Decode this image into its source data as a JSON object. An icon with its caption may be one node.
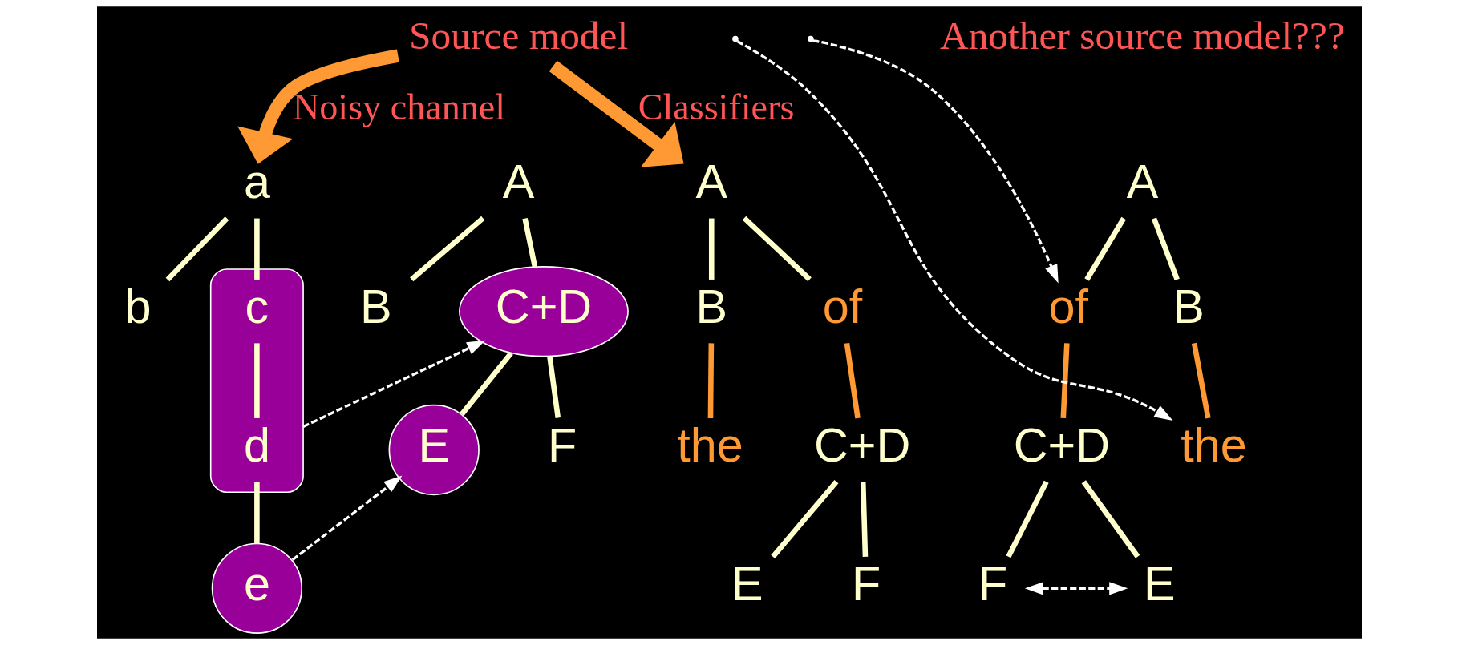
{
  "diagram": {
    "nodes": [
      {
        "text": [
          "Source model"
        ]
      },
      {
        "text": [
          "a"
        ]
      },
      {
        "text": [
          "b"
        ]
      },
      {
        "text": [],
        "shape": "ellipse"
      },
      {
        "text": [
          "c"
        ],
        "in": 3
      },
      {
        "text": [
          "d"
        ],
        "in": 3
      },
      {
        "text": [
          "e"
        ]
      },
      {
        "text": [
          "A"
        ]
      },
      {
        "text": [
          "B"
        ]
      },
      {
        "text": [
          "C+D"
        ]
      },
      {
        "text": [
          "E"
        ]
      },
      {
        "text": [
          "F"
        ]
      },
      {
        "text": [
          "A"
        ]
      },
      {
        "text": [
          "B"
        ]
      },
      {
        "text": [
          "of"
        ]
      },
      {
        "text": [
          "the"
        ]
      },
      {
        "text": [
          "C+D"
        ]
      },
      {
        "text": [
          "E"
        ]
      },
      {
        "text": [
          "F"
        ]
      },
      {
        "text": [
          "A"
        ]
      },
      {
        "text": [
          "B"
        ]
      },
      {
        "text": [
          "of"
        ]
      },
      {
        "text": [
          "the"
        ]
      },
      {
        "text": [
          "C+D"
        ]
      },
      {
        "text": [
          "F"
        ]
      },
      {
        "text": [
          "E"
        ]
      }
    ],
    "edges": [
      {
        "from": 0,
        "to": 1,
        "arrow": "to",
        "label": "Noisy channel",
        "style": "thick",
        "color": "#ff9933"
      },
      {
        "from": 0,
        "to": 12,
        "arrow": "to",
        "label": "Classifiers",
        "style": "thick",
        "color": "#ff9933"
      },
      {
        "from": 1,
        "to": 2,
        "arrow": "none"
      },
      {
        "from": 1,
        "to": 4,
        "arrow": "none"
      },
      {
        "from": 4,
        "to": 5,
        "arrow": "none"
      },
      {
        "from": 5,
        "to": 6,
        "arrow": "none"
      },
      {
        "from": 3,
        "to": 9,
        "arrow": "to",
        "style": "dashed",
        "color": "#ffffff"
      },
      {
        "from": 6,
        "to": 10,
        "arrow": "to",
        "style": "dashed",
        "color": "#ffffff"
      },
      {
        "from": 7,
        "to": 8,
        "arrow": "none"
      },
      {
        "from": 7,
        "to": 9,
        "arrow": "none"
      },
      {
        "from": 9,
        "to": 10,
        "arrow": "none"
      },
      {
        "from": 9,
        "to": 11,
        "arrow": "none"
      },
      {
        "from": 12,
        "to": 13,
        "arrow": "none"
      },
      {
        "from": 12,
        "to": 14,
        "arrow": "none"
      },
      {
        "from": 13,
        "to": 15,
        "arrow": "none",
        "color": "#ff9933"
      },
      {
        "from": 14,
        "to": 16,
        "arrow": "none",
        "color": "#ff9933"
      },
      {
        "from": 16,
        "to": 17,
        "arrow": "none"
      },
      {
        "from": 16,
        "to": 18,
        "arrow": "none"
      },
      {
        "from": 19,
        "to": 20,
        "arrow": "none"
      },
      {
        "from": 19,
        "to": 21,
        "arrow": "none"
      },
      {
        "from": 20,
        "to": 22,
        "arrow": "none",
        "color": "#ff9933"
      },
      {
        "from": 21,
        "to": 23,
        "arrow": "none",
        "color": "#ff9933"
      },
      {
        "from": 23,
        "to": 24,
        "arrow": "none"
      },
      {
        "from": 23,
        "to": 25,
        "arrow": "none"
      },
      {
        "from": null,
        "to": 22,
        "arrow": "to",
        "style": "dashed",
        "color": "#ffffff"
      },
      {
        "from": null,
        "to": 21,
        "arrow": "to",
        "style": "dashed",
        "color": "#ffffff"
      },
      {
        "from": 24,
        "to": 25,
        "arrow": "both",
        "style": "dashed",
        "color": "#ffffff"
      }
    ],
    "labels": [
      "Another source model???"
    ]
  }
}
